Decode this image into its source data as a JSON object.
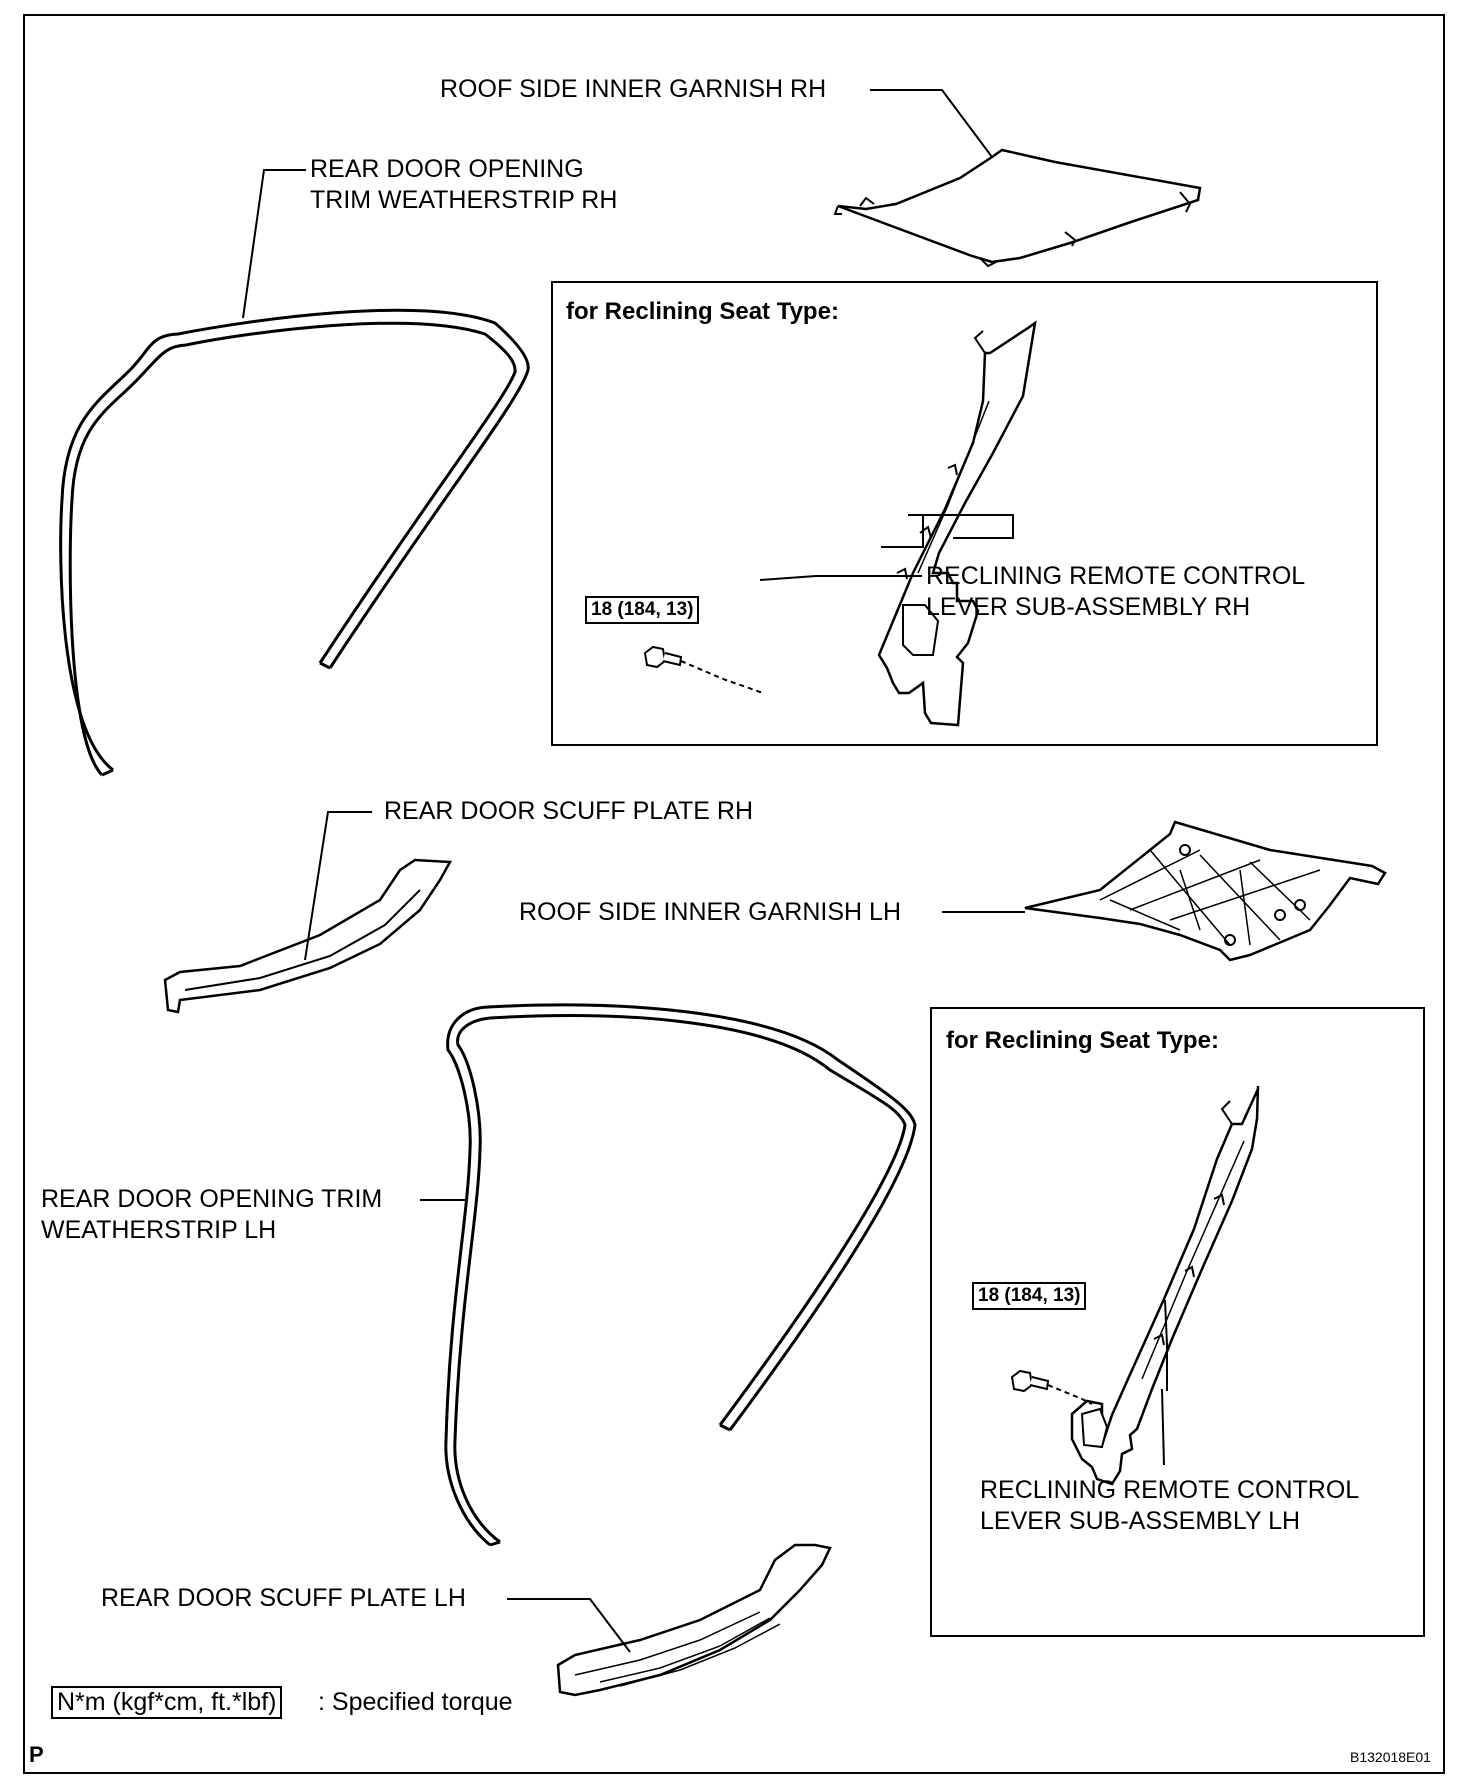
{
  "labels": {
    "roof_garnish_rh": "ROOF SIDE INNER GARNISH RH",
    "rear_door_trim_rh": "REAR DOOR OPENING\nTRIM WEATHERSTRIP RH",
    "reclining_lever_rh": "RECLINING REMOTE CONTROL\nLEVER SUB-ASSEMBLY RH",
    "scuff_plate_rh": "REAR DOOR SCUFF PLATE RH",
    "roof_garnish_lh": "ROOF SIDE INNER GARNISH LH",
    "rear_door_trim_lh": "REAR DOOR OPENING TRIM\nWEATHERSTRIP LH",
    "reclining_lever_lh": "RECLINING REMOTE CONTROL\nLEVER SUB-ASSEMBLY LH",
    "scuff_plate_lh": "REAR DOOR SCUFF PLATE LH"
  },
  "boxes": {
    "rh_title": "for Reclining Seat Type:",
    "lh_title": "for Reclining Seat Type:"
  },
  "torque": {
    "rh": "18 (184, 13)",
    "lh": "18 (184, 13)"
  },
  "legend": {
    "units": "N*m (kgf*cm, ft.*lbf)",
    "meaning": ": Specified torque"
  },
  "corner": {
    "page_letter": "P",
    "figure_code": "B132018E01"
  }
}
